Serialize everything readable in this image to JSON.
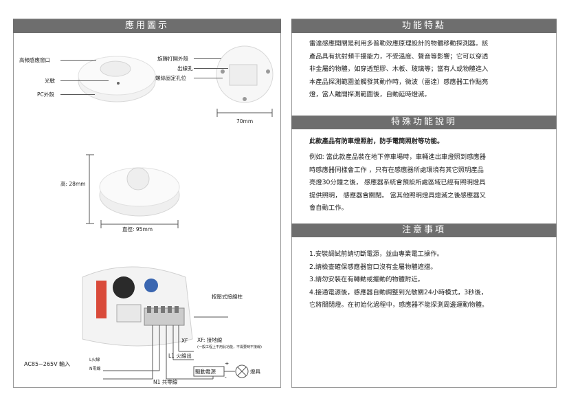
{
  "left": {
    "heading": "應用圖示",
    "top_labels": {
      "window": "高頻感應窗口",
      "light_sensor": "光敏",
      "pc_shell": "PC外殼",
      "rotate_open": "旋轉打開外殼",
      "wire_hole": "出線孔",
      "screw_hole": "螺絲固定孔位",
      "width": "70mm"
    },
    "mid_labels": {
      "height": "高: 28mm",
      "diameter": "直徑: 95mm"
    },
    "wiring": {
      "terminal": "按壓式接線柱",
      "xf_tag": "XF",
      "xf_desc": "XF: 接地線",
      "xf_note": "(一般工程上不用此功能，不需要時不接線)",
      "l1": "L1 火線出",
      "driver": "驅動電源",
      "plus": "+",
      "minus": "-",
      "lamp": "燈具",
      "n1": "N1 共零線",
      "l_line": "L火線",
      "n_line": "N零線",
      "voltage": "AC85~265V 輸入"
    }
  },
  "features": {
    "heading": "功能特點",
    "lines": [
      "雷達感應開關是利用多普勒效應原理設計的物體移動探測器。該",
      "產品具有抗射頻干擾能力，不受溫度、聲音等影響；它可以穿透",
      "非金屬的物體，如穿透塑膠、木板、玻璃等；當有人或物體進入",
      "本產品探測範圍並觸發其動作時，微波（雷達）感應器工作點亮",
      "燈，當人離開探測範圍後，自動延時燈滅。"
    ]
  },
  "special": {
    "heading": "特殊功能說明",
    "bold": "此款產品有防車燈照射，防手電筒照射等功能。",
    "lines": [
      "例如: 當此款產品裝在地下停車場時，車輛進出車燈照到感應器",
      "時感應器同樣會工作 ，只有在感應器所處環境有其它照明產品",
      "亮燈30分鐘之後， 感應器系統會預設所處區域已經有照明燈具",
      "提供照明， 感應器會關閉。 當其他照明燈具熄滅之後感應器又",
      "會自動工作。"
    ]
  },
  "notes": {
    "heading": "注意事項",
    "lines": [
      "1.安裝調試前請切斷電源，並由專業電工操作。",
      "2.請檢查確保感應器窗口沒有金屬物體遮擋。",
      "3.請勿安裝在有轉動或擺動的物體附近。",
      "4.接通電源後，感應器自動調整到光敏關24小時模式，3秒後，",
      "它將關閉燈。在初始化過程中，感應器不能探測周邊運動物體。"
    ]
  }
}
